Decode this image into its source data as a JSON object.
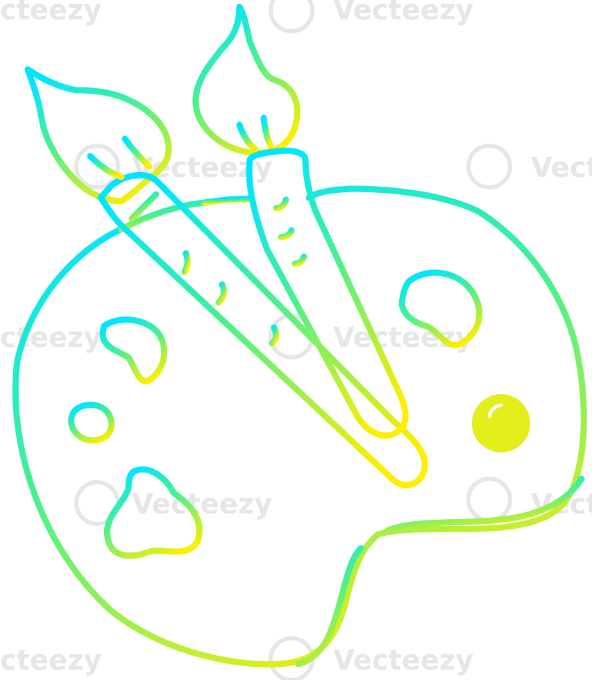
{
  "colors": {
    "gradient_top": "#00e5ff",
    "gradient_mid": "#4ef08a",
    "gradient_bottom": "#ffee00",
    "watermark": "#e6e6e6"
  },
  "watermark": {
    "text": "Vecteezy",
    "text_partial_right": "Vecte",
    "text_partial_left": "cteezy"
  },
  "icons": [
    "paint-palette-icon",
    "paintbrush-icon",
    "paint-blob-icon",
    "vecteezy-logo-icon"
  ]
}
